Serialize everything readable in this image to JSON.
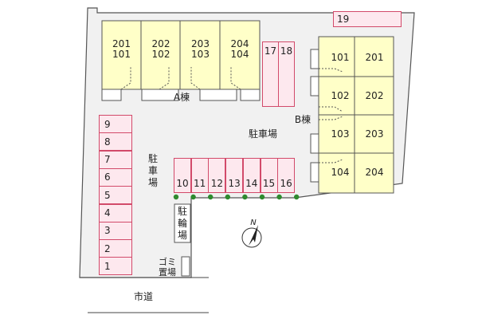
{
  "colors": {
    "lot": "#f1f1f1",
    "lot_border": "#555555",
    "building": "#ffffc8",
    "building_border": "#555555",
    "slot_fill": "#fde8ee",
    "slot_border": "#d24a6a",
    "hedge": "#2f8a2f"
  },
  "building_a": {
    "label": "A棟",
    "units": [
      {
        "top": "201",
        "bottom": "101"
      },
      {
        "top": "202",
        "bottom": "102"
      },
      {
        "top": "203",
        "bottom": "103"
      },
      {
        "top": "204",
        "bottom": "104"
      }
    ]
  },
  "building_b": {
    "label": "B棟",
    "rows": [
      {
        "left": "101",
        "right": "201"
      },
      {
        "left": "102",
        "right": "202"
      },
      {
        "left": "103",
        "right": "203"
      },
      {
        "left": "104",
        "right": "204"
      }
    ]
  },
  "parking_main_label": "駐車場",
  "parking_side_label": "駐車場",
  "bicycle_label": "駐輪場",
  "garbage_label": "ゴミ置場",
  "road_label": "市道",
  "compass_label": "N",
  "slots_left": [
    "9",
    "8",
    "7",
    "6",
    "5",
    "4",
    "3",
    "2",
    "1"
  ],
  "slots_center": [
    "10",
    "11",
    "12",
    "13",
    "14",
    "15",
    "16"
  ],
  "slots_top": [
    "17",
    "18"
  ],
  "slot_corner": "19"
}
